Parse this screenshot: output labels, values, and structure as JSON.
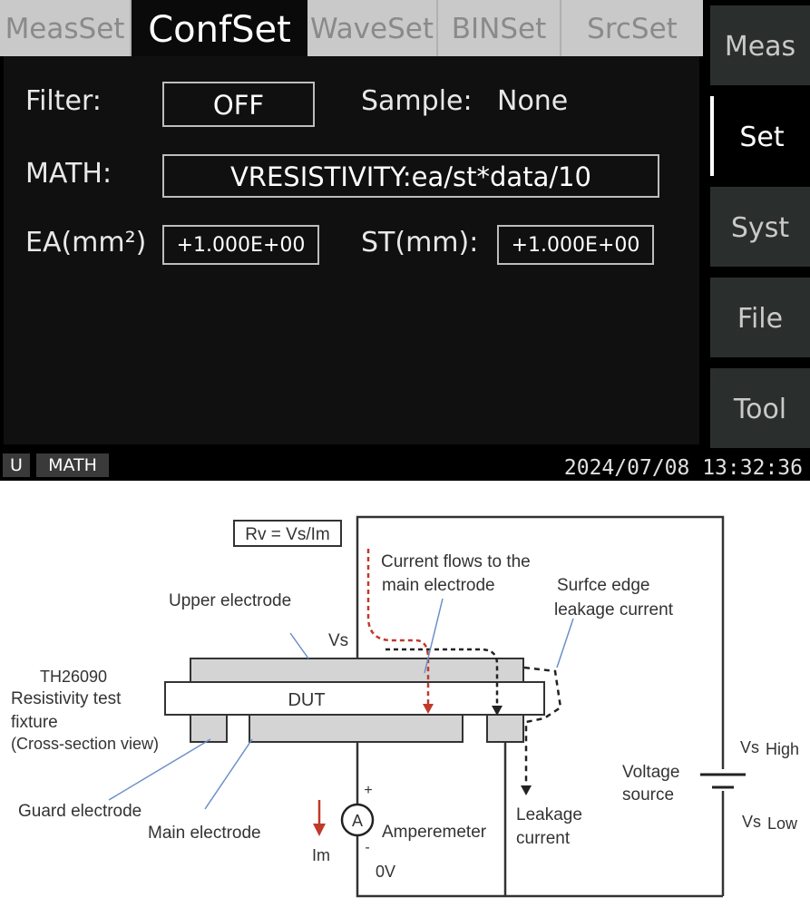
{
  "tabs": [
    {
      "label": "MeasSet",
      "active": false
    },
    {
      "label": "ConfSet",
      "active": true
    },
    {
      "label": "WaveSet",
      "active": false
    },
    {
      "label": "BINSet",
      "active": false
    },
    {
      "label": "SrcSet",
      "active": false
    }
  ],
  "sidebar": [
    {
      "label": "Meas",
      "active": false
    },
    {
      "label": "Set",
      "active": true
    },
    {
      "label": "Syst",
      "active": false
    },
    {
      "label": "File",
      "active": false
    },
    {
      "label": "Tool",
      "active": false
    }
  ],
  "config": {
    "filter_label": "Filter:",
    "filter_value": "OFF",
    "sample_label": "Sample:",
    "sample_value": "None",
    "math_label": "MATH:",
    "math_value": "VRESISTIVITY:ea/st*data/10",
    "ea_label": "EA(mm²)",
    "ea_value": "+1.000E+00",
    "st_label": "ST(mm):",
    "st_value": "+1.000E+00"
  },
  "status": {
    "badge_u": "U",
    "badge_math": "MATH",
    "datetime": "2024/07/08 13:32:36"
  },
  "diagram": {
    "formula": "Rv = Vs/Im",
    "current_main": [
      "Current flows to the",
      "main electrode"
    ],
    "surface_leak": [
      "Surfce edge",
      "leakage current"
    ],
    "upper_electrode": "Upper electrode",
    "vs": "Vs",
    "fixture": [
      "TH26090",
      "Resistivity test",
      "fixture",
      "(Cross-section view)"
    ],
    "dut": "DUT",
    "guard_electrode": "Guard electrode",
    "main_electrode": "Main electrode",
    "ammeter_symbol": "A",
    "amperemeter": "Amperemeter",
    "plus": "+",
    "minus": "-",
    "im": "Im",
    "zero_v": "0V",
    "leakage_current": [
      "Leakage",
      "current"
    ],
    "voltage_source": [
      "Voltage",
      "source"
    ],
    "vs_high": [
      "Vs",
      "High"
    ],
    "vs_low": [
      "Vs",
      "Low"
    ]
  },
  "colors": {
    "current_path": "#c0392b",
    "leak_path": "#222222",
    "electrode_fill": "#d4d4d4",
    "callout_line": "#6a8fc9"
  }
}
